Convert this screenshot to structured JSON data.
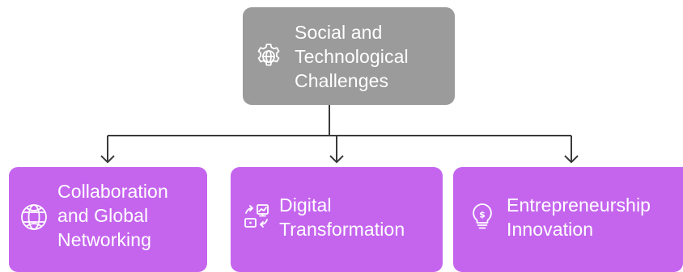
{
  "root": {
    "label_lines": [
      "Social and",
      "Technological",
      "Challenges"
    ],
    "icon": "globe-gear-icon",
    "color": "#9b9b9b"
  },
  "children": [
    {
      "label_lines": [
        "Collaboration",
        "and Global",
        "Networking"
      ],
      "icon": "globe-icon",
      "color": "#c565ee"
    },
    {
      "label_lines": [
        "Digital",
        "Transformation"
      ],
      "icon": "digital-transformation-icon",
      "color": "#c565ee"
    },
    {
      "label_lines": [
        "Entrepreneurship",
        "Innovation"
      ],
      "icon": "lightbulb-dollar-icon",
      "color": "#c565ee"
    }
  ],
  "connector_color": "#333333",
  "text_color": "#ffffff"
}
